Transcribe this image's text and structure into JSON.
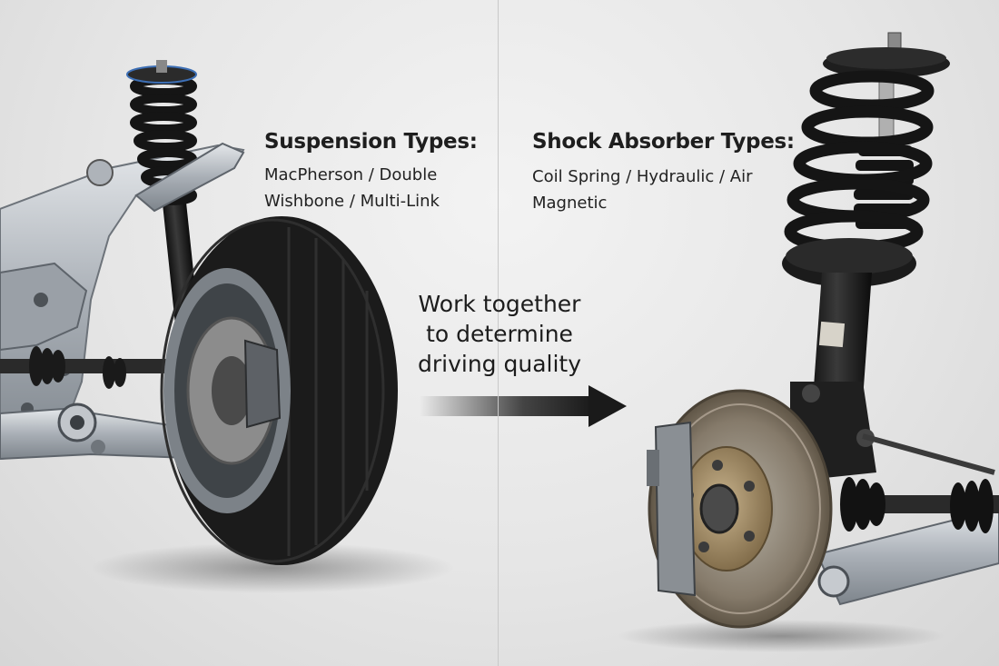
{
  "left_panel": {
    "title": "Suspension Types:",
    "desc_line1": "MacPherson / Double",
    "desc_line2": "Wishbone / Multi-Link"
  },
  "right_panel": {
    "title": "Shock Absorber Types:",
    "desc_line1": "Coil Spring / Hydraulic / Air",
    "desc_line2": "Magnetic"
  },
  "center": {
    "line1": "Work together",
    "line2": "to determine",
    "line3": "driving quality"
  },
  "colors": {
    "background": "#e6e6e6",
    "text": "#1e1e1e",
    "arrow": "#1a1a1a",
    "tire": "#1b1b1b",
    "alloy": "#b9bec4",
    "disc": "#8a7a66"
  },
  "icons": {
    "arrow": "right-arrow-icon"
  }
}
